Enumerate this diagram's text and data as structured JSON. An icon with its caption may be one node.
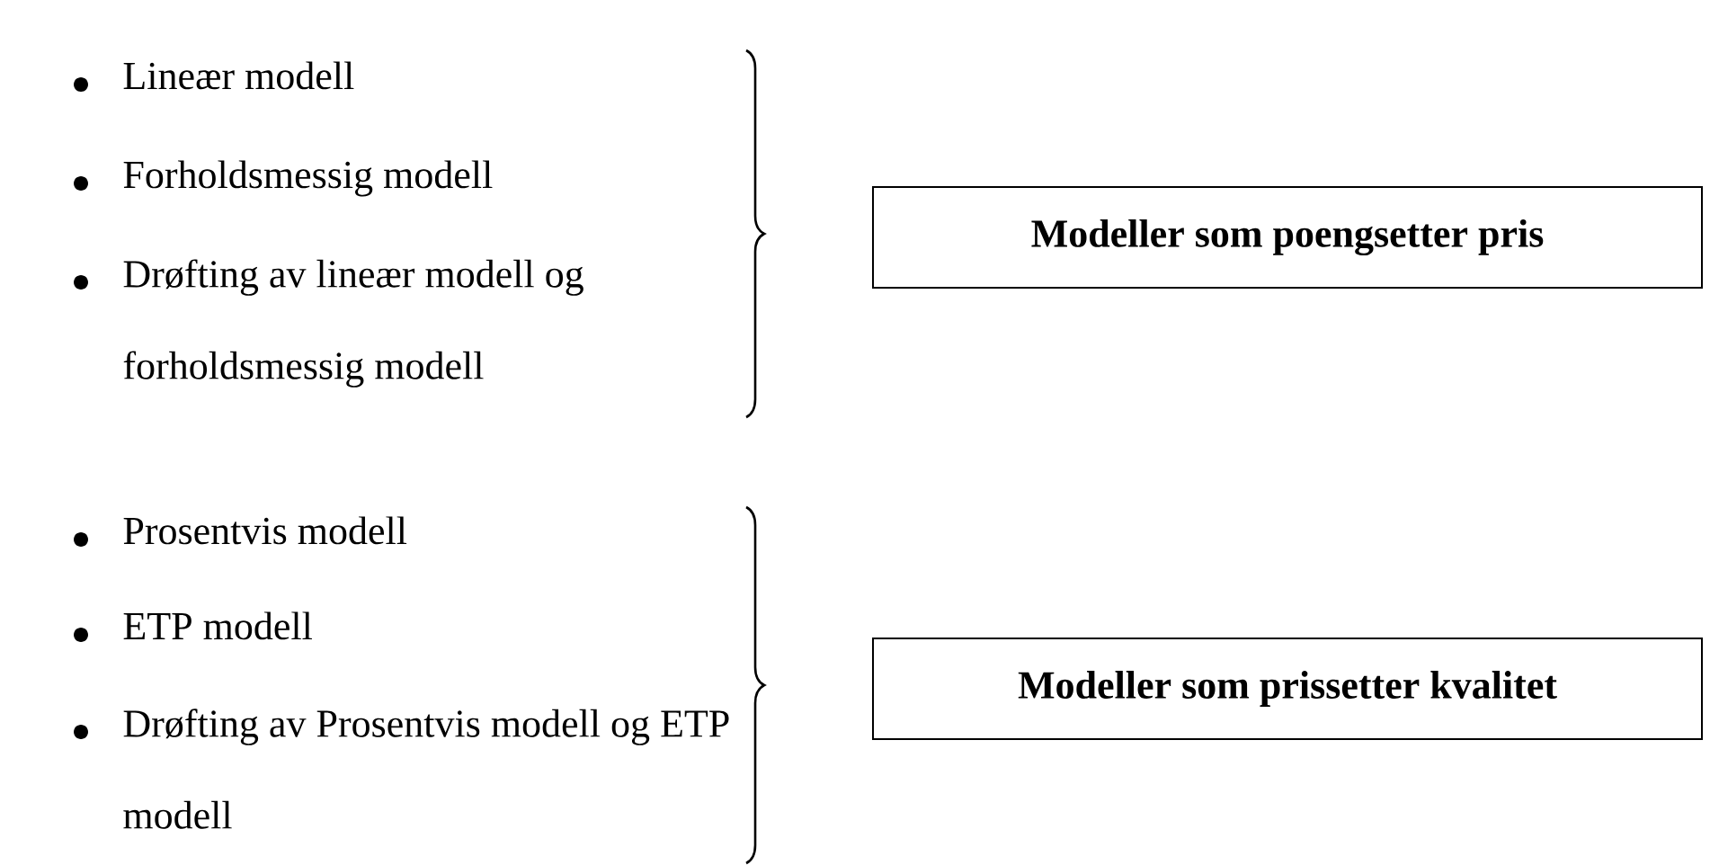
{
  "diagram": {
    "nodes": [
      {
        "text": [
          "Modeller som poengsetter pris"
        ]
      },
      {
        "text": [
          "Modeller som prissetter kvalitet"
        ]
      }
    ],
    "edges": [],
    "labels": [
      "Lineær modell",
      "Forholdsmessig modell",
      "Drøfting av lineær modell og forholdsmessig modell",
      "Prosentvis modell",
      "ETP modell",
      "Drøfting av Prosentvis modell og ETP modell"
    ]
  }
}
